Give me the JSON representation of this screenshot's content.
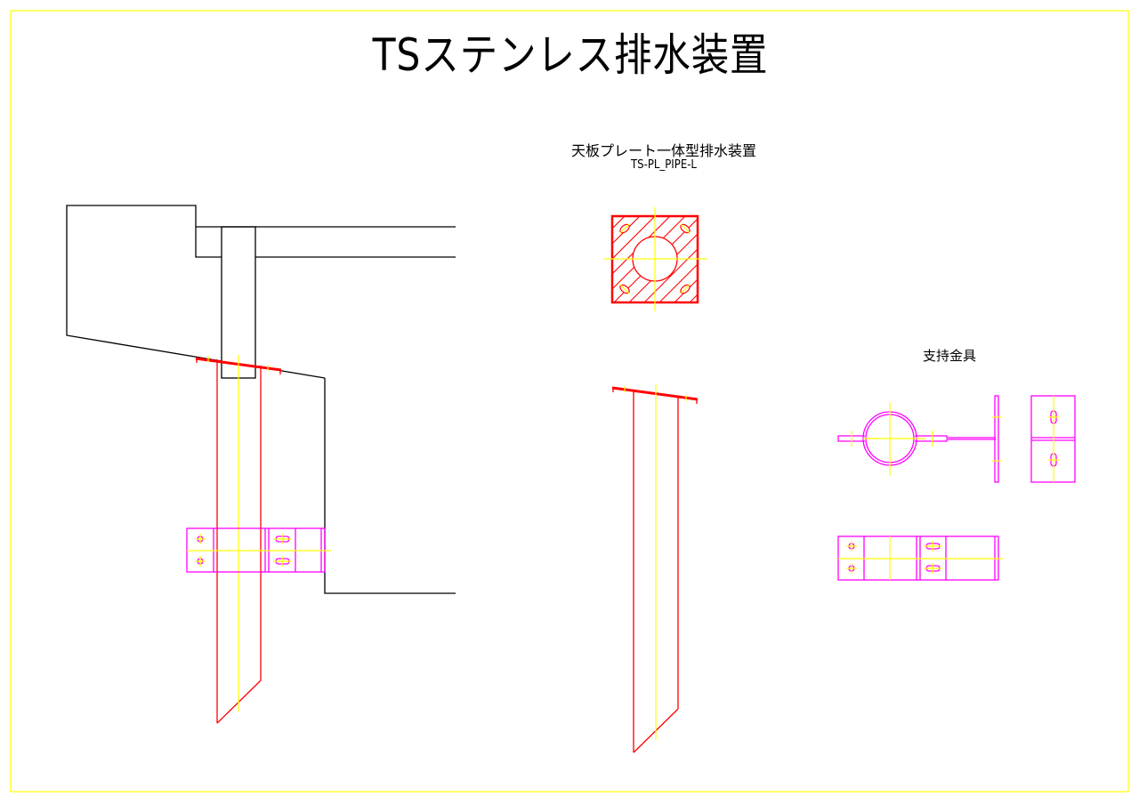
{
  "drawing": {
    "title": "TSステンレス排水装置",
    "product_name": "天板プレート一体型排水装置",
    "product_model": "TS-PL_PIPE-L",
    "bracket_label": "支持金具"
  },
  "colors": {
    "border": "#ffff00",
    "outline": "#000000",
    "pipe": "#ff0000",
    "bracket": "#ff00ff",
    "centerline": "#ffff00"
  }
}
